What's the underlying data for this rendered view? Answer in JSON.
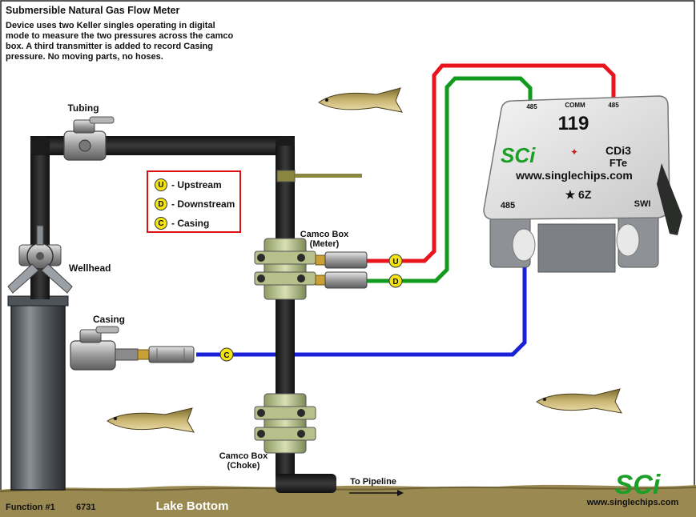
{
  "header": {
    "title": "Submersible Natural Gas Flow Meter",
    "description": [
      "Device uses two Keller singles operating in digital",
      "mode to measure the two pressures across the camco",
      "box. A third transmitter is added to record Casing",
      "pressure. No moving parts, no hoses."
    ]
  },
  "labels": {
    "tubing": "Tubing",
    "wellhead": "Wellhead",
    "casing": "Casing",
    "camco_meter_1": "Camco Box",
    "camco_meter_2": "(Meter)",
    "camco_choke_1": "Camco Box",
    "camco_choke_2": "(Choke)",
    "to_pipeline": "To Pipeline",
    "lake_bottom": "Lake Bottom"
  },
  "legend": [
    {
      "symbol": "U",
      "label": "- Upstream"
    },
    {
      "symbol": "D",
      "label": "- Downstream"
    },
    {
      "symbol": "C",
      "label": "- Casing"
    }
  ],
  "markers": {
    "upstream": "U",
    "downstream": "D",
    "casing": "C"
  },
  "device": {
    "number": "119",
    "port_left": "485",
    "port_comm": "COMM",
    "port_right": "485",
    "brand": "SCi",
    "model_1": "CDi3",
    "model_2": "FTe",
    "url": "www.singlechips.com",
    "code": "★ 6Z",
    "bottom_left": "485",
    "bottom_right": "SWI"
  },
  "footer": {
    "function_label": "Function #1",
    "function_number": "6731",
    "logo": "SCi",
    "url": "www.singlechips.com"
  },
  "colors": {
    "upstream_wire": "#e8141e",
    "downstream_wire": "#129a1e",
    "casing_wire": "#1a22d8",
    "marker": "#f4e414",
    "lake_bottom": "#9a8a52",
    "logo_green": "#1d9e28"
  }
}
